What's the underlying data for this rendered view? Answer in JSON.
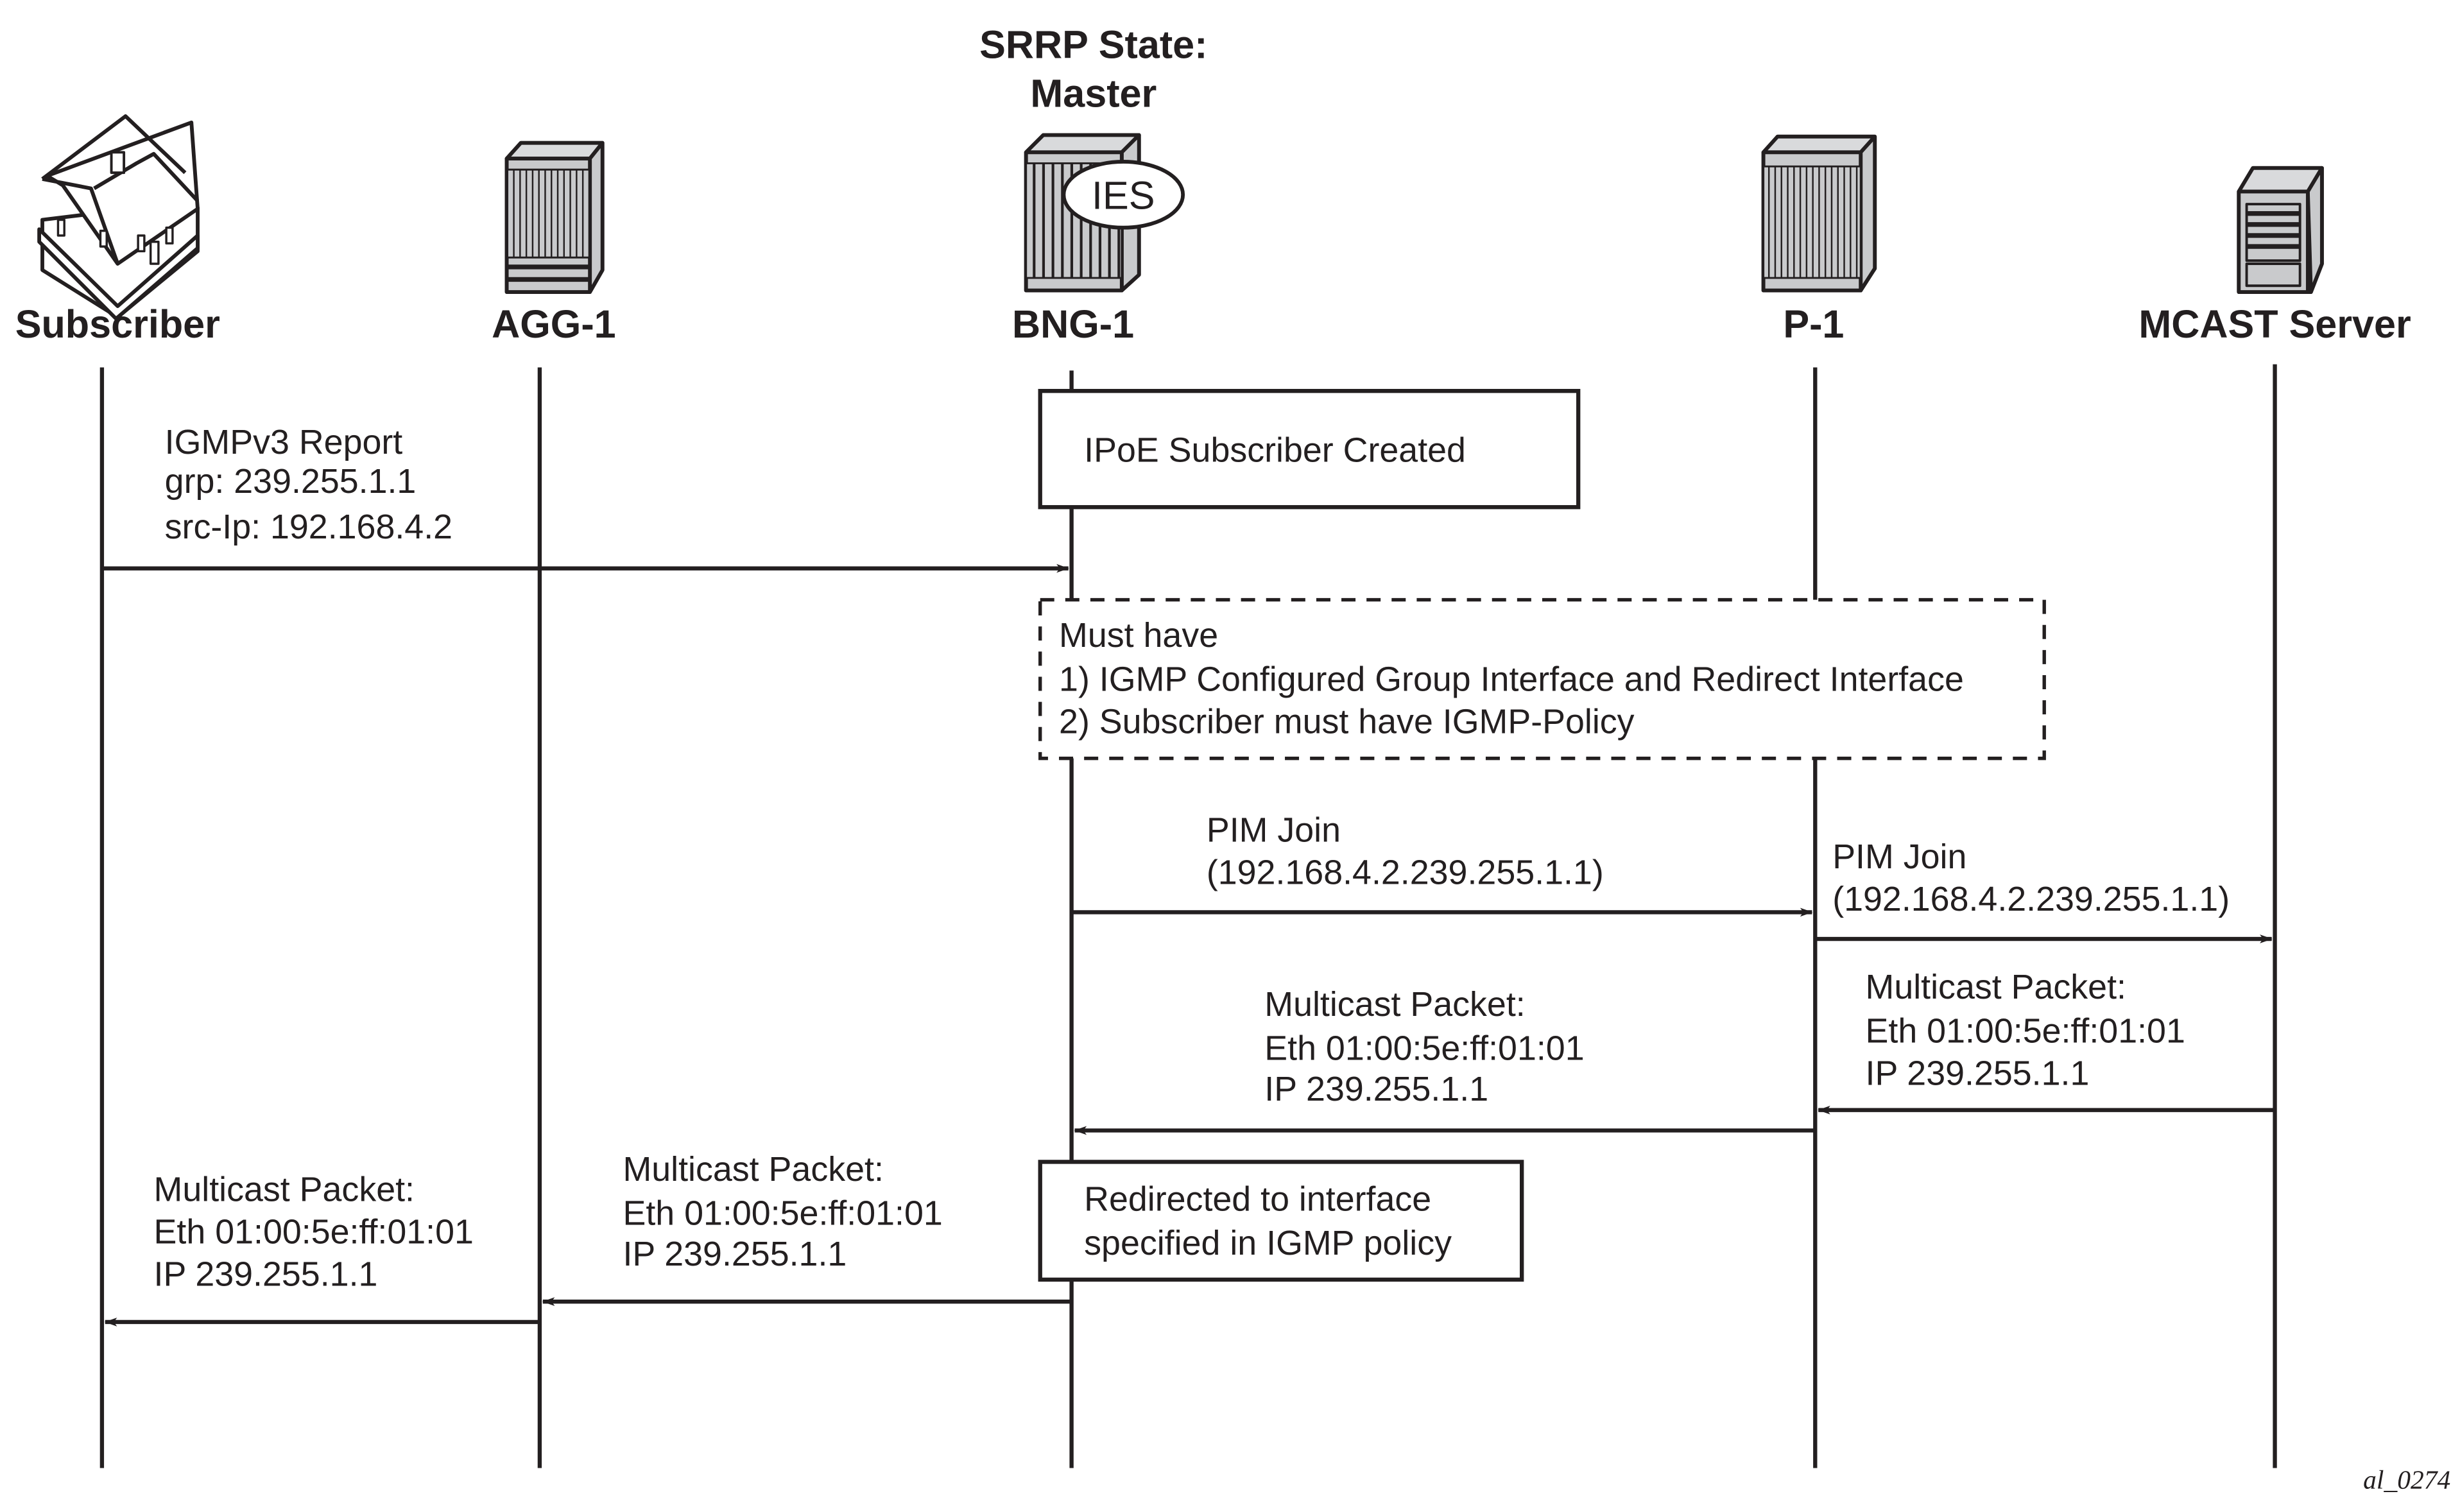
{
  "state_label": {
    "line1": "SRRP State:",
    "line2": "Master"
  },
  "nodes": [
    {
      "id": "subscriber",
      "label": "Subscriber",
      "icon": "house-icon"
    },
    {
      "id": "agg1",
      "label": "AGG-1",
      "icon": "switch-chassis-icon"
    },
    {
      "id": "bng1",
      "label": "BNG-1",
      "icon": "router-chassis-icon",
      "badge": "IES"
    },
    {
      "id": "p1",
      "label": "P-1",
      "icon": "router-chassis-icon"
    },
    {
      "id": "mcast",
      "label": "MCAST Server",
      "icon": "server-icon"
    }
  ],
  "notes": {
    "ipoe": "IPoE Subscriber Created",
    "must_have": {
      "line1": "Must have",
      "line2": "1) IGMP Configured Group Interface and Redirect Interface",
      "line3": "2) Subscriber must have IGMP-Policy"
    },
    "redirect": {
      "line1": "Redirected to interface",
      "line2": "specified in IGMP policy"
    }
  },
  "messages": [
    {
      "id": "igmp-report",
      "from": "Subscriber",
      "to": "BNG-1",
      "lines": [
        "IGMPv3 Report",
        "grp: 239.255.1.1",
        "src-Ip: 192.168.4.2"
      ]
    },
    {
      "id": "pim-join-1",
      "from": "BNG-1",
      "to": "P-1",
      "lines": [
        "PIM Join",
        "(192.168.4.2.239.255.1.1)"
      ]
    },
    {
      "id": "pim-join-2",
      "from": "P-1",
      "to": "MCAST Server",
      "lines": [
        "PIM Join",
        "(192.168.4.2.239.255.1.1)"
      ]
    },
    {
      "id": "mcast-pkt-1",
      "from": "MCAST Server",
      "to": "P-1",
      "lines": [
        "Multicast Packet:",
        "Eth 01:00:5e:ff:01:01",
        "IP 239.255.1.1"
      ]
    },
    {
      "id": "mcast-pkt-2",
      "from": "P-1",
      "to": "BNG-1",
      "lines": [
        "Multicast Packet:",
        "Eth 01:00:5e:ff:01:01",
        "IP 239.255.1.1"
      ]
    },
    {
      "id": "mcast-pkt-3",
      "from": "BNG-1",
      "to": "AGG-1",
      "lines": [
        "Multicast Packet:",
        "Eth 01:00:5e:ff:01:01",
        "IP 239.255.1.1"
      ]
    },
    {
      "id": "mcast-pkt-4",
      "from": "AGG-1",
      "to": "Subscriber",
      "lines": [
        "Multicast Packet:",
        "Eth 01:00:5e:ff:01:01",
        "IP 239.255.1.1"
      ]
    }
  ],
  "figure_id": "al_0274"
}
